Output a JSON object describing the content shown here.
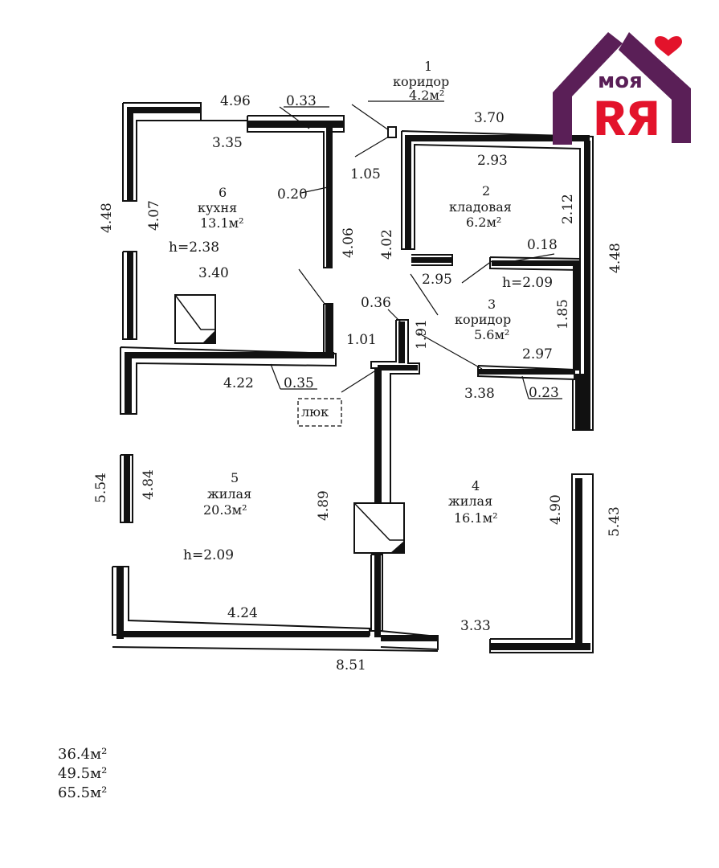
{
  "logo": {
    "top_text": "моя",
    "big_text": "Я",
    "big_text_2": "Я",
    "accent": "#e3132b",
    "house": "#5a1f57"
  },
  "rooms": [
    {
      "num": "1",
      "name": "коридор",
      "area": "4.2м²"
    },
    {
      "num": "2",
      "name": "кладовая",
      "area": "6.2м²"
    },
    {
      "num": "3",
      "name": "коридор",
      "area": "5.6м²"
    },
    {
      "num": "4",
      "name": "жилая",
      "area": "16.1м²"
    },
    {
      "num": "5",
      "name": "жилая",
      "area": "20.3м²"
    },
    {
      "num": "6",
      "name": "кухня",
      "area": "13.1м²"
    }
  ],
  "heights": {
    "kitchen": "h=2.38",
    "corridor": "h=2.09",
    "living": "h=2.09"
  },
  "hatch": "люк",
  "dims": {
    "d496": "4.96",
    "d033": "0.33",
    "d335": "3.35",
    "d105": "1.05",
    "d370": "3.70",
    "d293": "2.93",
    "d212": "2.12",
    "d020": "0.20",
    "d448a": "4.48",
    "d407": "4.07",
    "d406": "4.06",
    "d402": "4.02",
    "d448b": "4.48",
    "d018": "0.18",
    "d295": "2.95",
    "d340": "3.40",
    "d036": "0.36",
    "d185": "1.85",
    "d101": "1.01",
    "d191": "1.91",
    "d297": "2.97",
    "d422": "4.22",
    "d035": "0.35",
    "d338": "3.38",
    "d023": "0.23",
    "d554": "5.54",
    "d484": "4.84",
    "d489": "4.89",
    "d490": "4.90",
    "d543": "5.43",
    "d424": "4.24",
    "d333": "3.33",
    "d851": "8.51"
  },
  "totals": [
    "36.4м²",
    "49.5м²",
    "65.5м²"
  ]
}
